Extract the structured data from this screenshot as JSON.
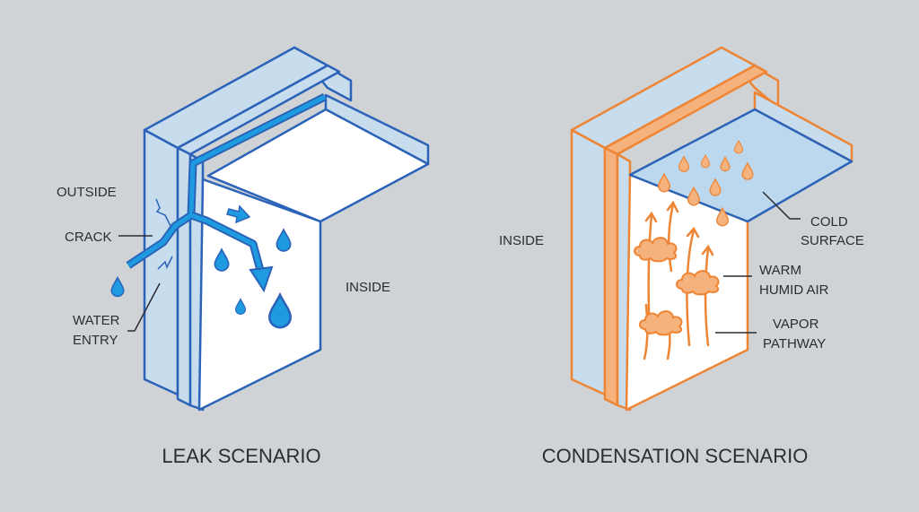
{
  "colors": {
    "background": "#cfd3d6",
    "leak_stroke": "#2b63b8",
    "leak_fill": "#c7dced",
    "water": "#1e9be0",
    "condensation_stroke": "#ee8535",
    "condensation_fill": "#f6b27c",
    "cold_surface_fill": "#bcd8ee"
  },
  "leak": {
    "title": "LEAK SCENARIO",
    "labels": {
      "outside": "OUTSIDE",
      "crack": "CRACK",
      "water_entry_1": "WATER",
      "water_entry_2": "ENTRY",
      "inside": "INSIDE"
    }
  },
  "condensation": {
    "title": "CONDENSATION SCENARIO",
    "labels": {
      "inside": "INSIDE",
      "cold_surface_1": "COLD",
      "cold_surface_2": "SURFACE",
      "warm_air_1": "WARM",
      "warm_air_2": "HUMID AIR",
      "vapor_1": "VAPOR",
      "vapor_2": "PATHWAY"
    }
  }
}
